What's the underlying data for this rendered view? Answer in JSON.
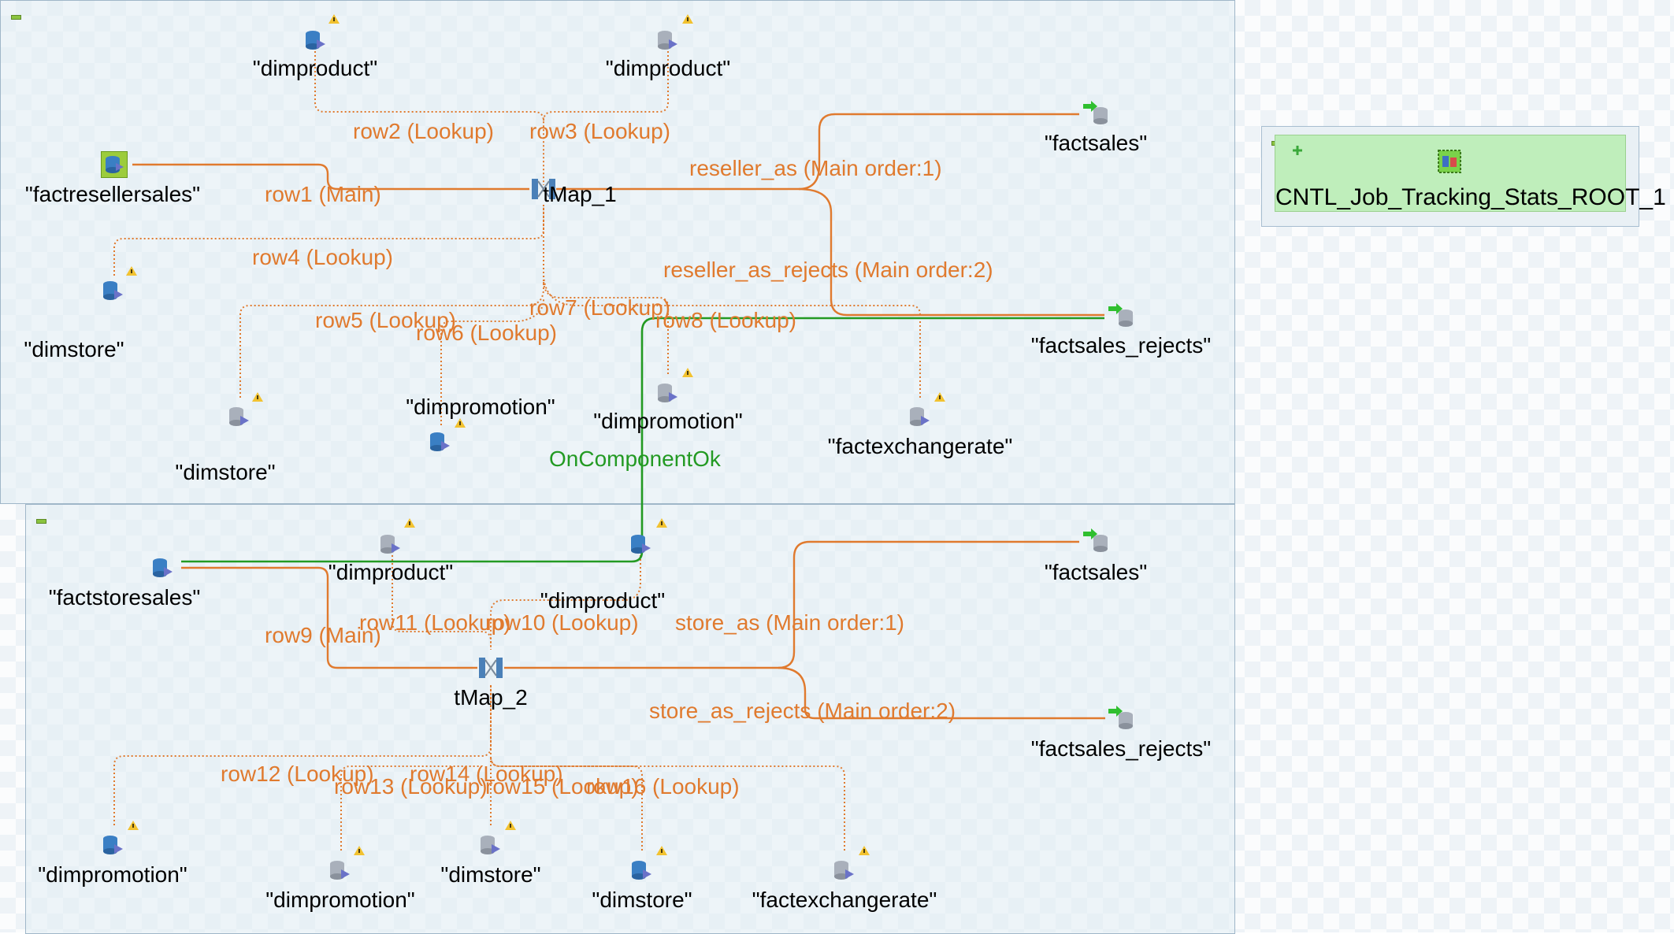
{
  "subjob1": {
    "components": {
      "factresellersales": "\"factresellersales\"",
      "dimproduct_a": "\"dimproduct\"",
      "dimproduct_b": "\"dimproduct\"",
      "dimstore_a": "\"dimstore\"",
      "dimstore_b": "\"dimstore\"",
      "dimpromotion_a": "\"dimpromotion\"",
      "dimpromotion_b": "\"dimpromotion\"",
      "factexchangerate": "\"factexchangerate\"",
      "tmap": "tMap_1",
      "factsales": "\"factsales\"",
      "factsales_rejects": "\"factsales_rejects\""
    },
    "links": {
      "row1": "row1 (Main)",
      "row2": "row2 (Lookup)",
      "row3": "row3 (Lookup)",
      "row4": "row4 (Lookup)",
      "row5": "row5 (Lookup)",
      "row6": "row6 (Lookup)",
      "row7": "row7 (Lookup)",
      "row8": "row8 (Lookup)",
      "out1": "reseller_as (Main order:1)",
      "out2": "reseller_as_rejects (Main order:2)"
    }
  },
  "trigger": "OnComponentOk",
  "subjob2": {
    "components": {
      "factstoresales": "\"factstoresales\"",
      "dimproduct_a": "\"dimproduct\"",
      "dimproduct_b": "\"dimproduct\"",
      "tmap": "tMap_2",
      "factsales": "\"factsales\"",
      "factsales_rejects": "\"factsales_rejects\"",
      "dimpromotion_a": "\"dimpromotion\"",
      "dimpromotion_b": "\"dimpromotion\"",
      "dimstore_a": "\"dimstore\"",
      "dimstore_b": "\"dimstore\"",
      "factexchangerate": "\"factexchangerate\""
    },
    "links": {
      "row9": "row9 (Main)",
      "row10": "row10 (Lookup)",
      "row11": "row11 (Lookup)",
      "row12": "row12 (Lookup)",
      "row13": "row13 (Lookup)",
      "row14": "row14 (Lookup)",
      "row15": "row15 (Lookup)",
      "row16": "row16 (Lookup)",
      "out1": "store_as (Main order:1)",
      "out2": "store_as_rejects (Main order:2)"
    }
  },
  "tracking_job": "CNTL_Job_Tracking_Stats_ROOT_1",
  "colors": {
    "main_link": "#e07a2e",
    "trigger_link": "#239a23",
    "db_icon": "#3a7fc4",
    "warning": "#f2c230",
    "output_arrow": "#2fbf2f"
  },
  "icons": {
    "db_input": "database-input-icon",
    "db_output": "database-output-icon",
    "tmap": "tmap-icon",
    "warning": "warning-icon",
    "tracking": "job-tracking-icon"
  }
}
